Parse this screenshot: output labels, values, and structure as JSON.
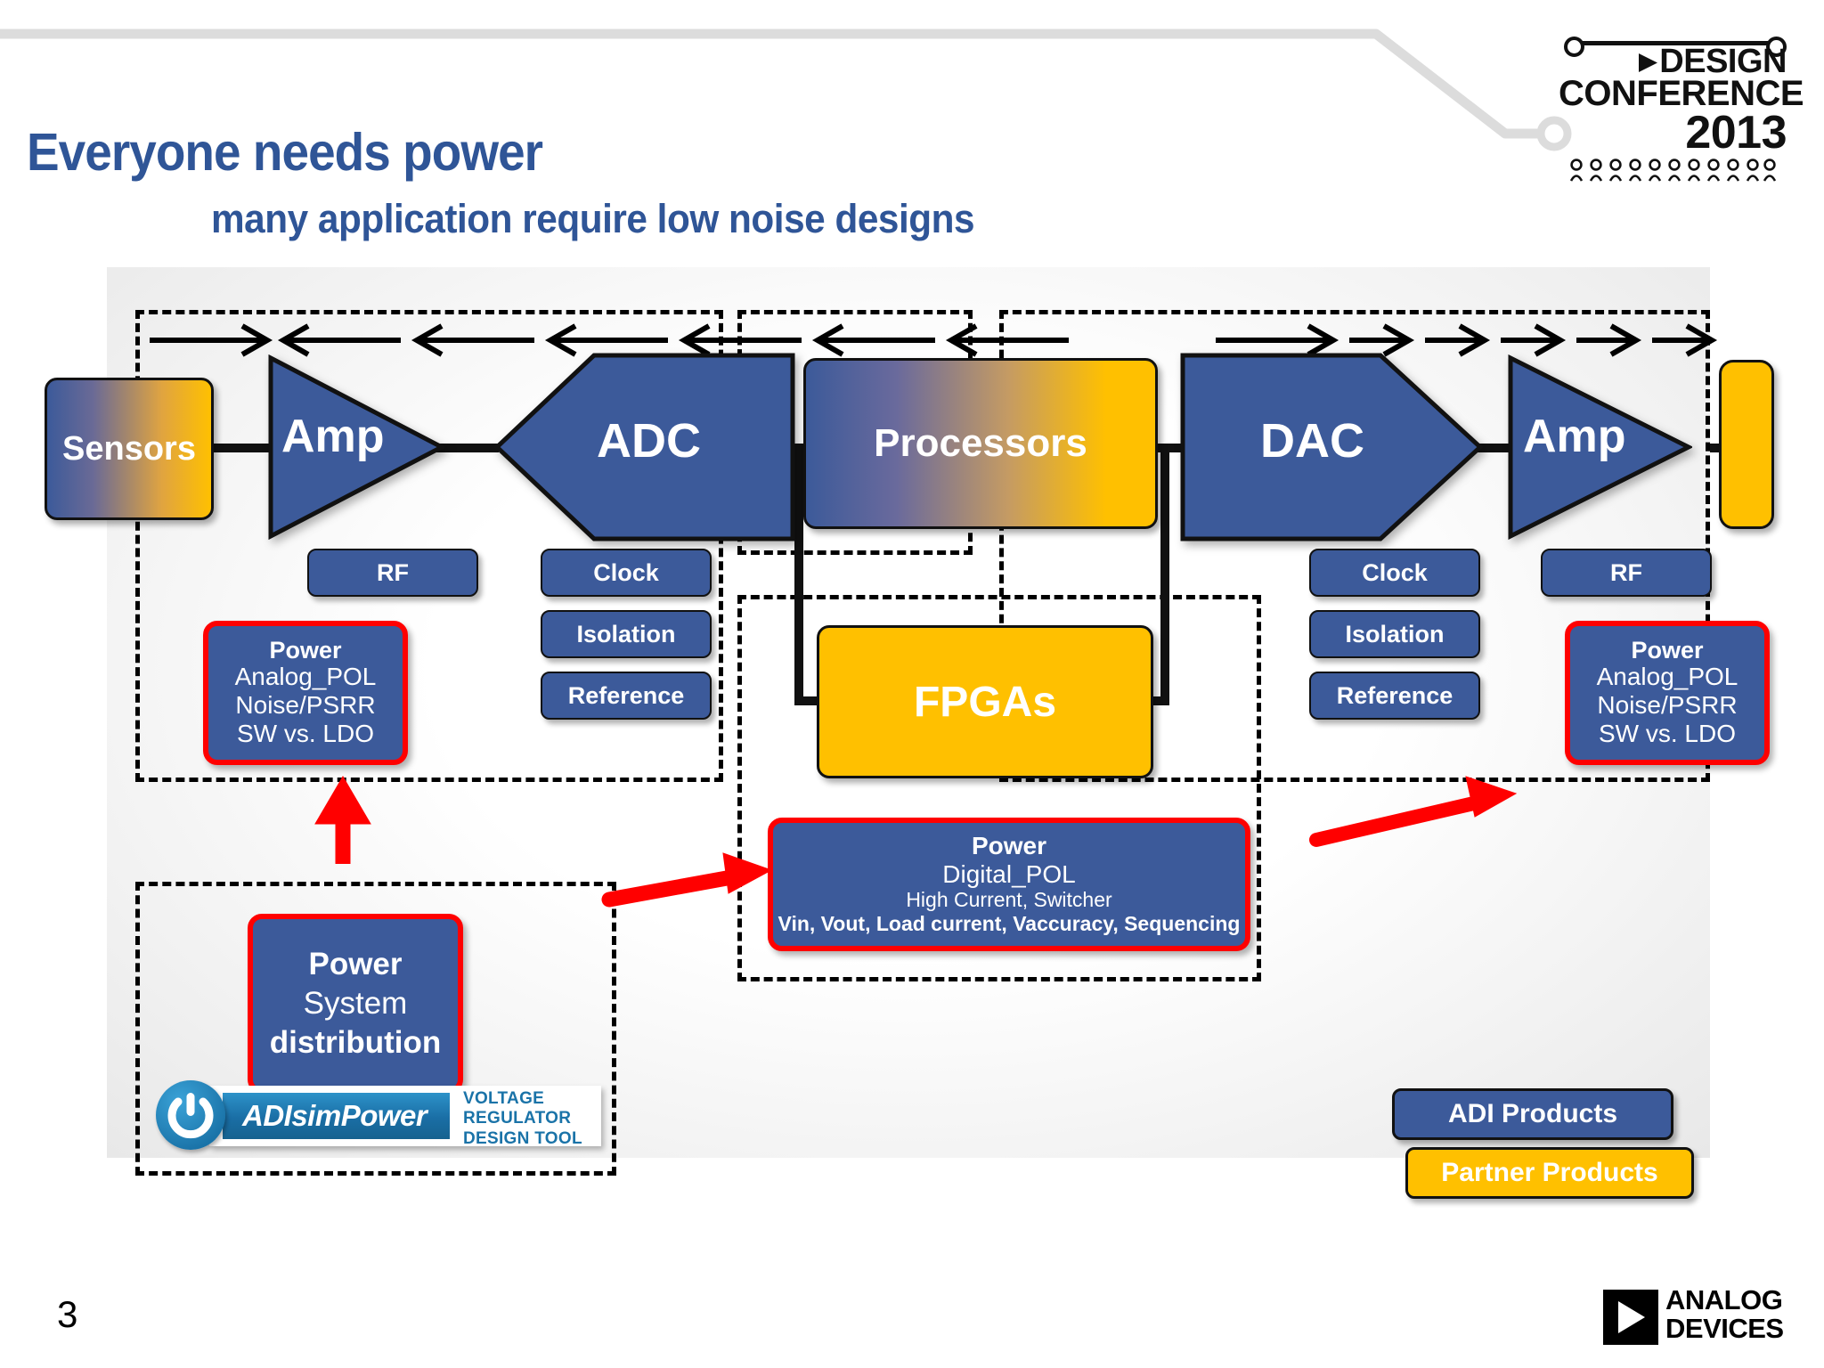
{
  "slide": {
    "page_number": "3",
    "title_line1": "Everyone needs power",
    "title_line2": "many application require low noise designs",
    "title_color": "#2f5597"
  },
  "conference_logo": {
    "line1": "DESIGN",
    "line2": "CONFERENCE",
    "line3": "2013",
    "triangle_icon": "play-triangle"
  },
  "brand_logo": {
    "line1": "ANALOG",
    "line2": "DEVICES"
  },
  "diagram": {
    "signal_chain": [
      {
        "label": "Sensors",
        "shape": "rounded-rect",
        "type": "partner"
      },
      {
        "label": "Amp",
        "shape": "triangle",
        "type": "adi"
      },
      {
        "label": "ADC",
        "shape": "hexagon",
        "type": "adi"
      },
      {
        "label": "Processors",
        "shape": "rounded-rect",
        "type": "mixed"
      },
      {
        "label": "DAC",
        "shape": "hexagon",
        "type": "adi"
      },
      {
        "label": "Amp",
        "shape": "triangle",
        "type": "adi"
      },
      {
        "label": "",
        "shape": "rounded-rect",
        "type": "partner"
      }
    ],
    "fpga": {
      "label": "FPGAs",
      "type": "partner"
    },
    "support_blocks_left": [
      "RF",
      "Clock",
      "Isolation",
      "Reference"
    ],
    "support_blocks_right": [
      "Clock",
      "Isolation",
      "Reference",
      "RF"
    ],
    "power_analog_left": {
      "header": "Power",
      "lines": [
        "Analog_POL",
        "Noise/PSRR",
        "SW vs. LDO"
      ]
    },
    "power_analog_right": {
      "header": "Power",
      "lines": [
        "Analog_POL",
        "Noise/PSRR",
        "SW vs. LDO"
      ]
    },
    "power_digital": {
      "header": "Power",
      "line1": "Digital_POL",
      "line2": "High Current, Switcher",
      "line3": "Vin, Vout, Load current, Vaccuracy, Sequencing"
    },
    "power_system": {
      "header": "Power",
      "line2": "System",
      "line3": "distribution"
    }
  },
  "adisim_power": {
    "wordmark": "ADIsimPower",
    "tagline_line1": "VOLTAGE",
    "tagline_line2": "REGULATOR",
    "tagline_line3": "DESIGN TOOL",
    "icon": "power-button-icon"
  },
  "legend": {
    "adi_products": "ADI Products",
    "partner_products": "Partner Products",
    "adi_color": "#3c5a9a",
    "partner_color": "#ffc000"
  },
  "colors": {
    "adi_blue": "#3c5a9a",
    "partner_yellow": "#ffc000",
    "highlight_red": "#ff0000",
    "title_blue": "#2f5597"
  }
}
